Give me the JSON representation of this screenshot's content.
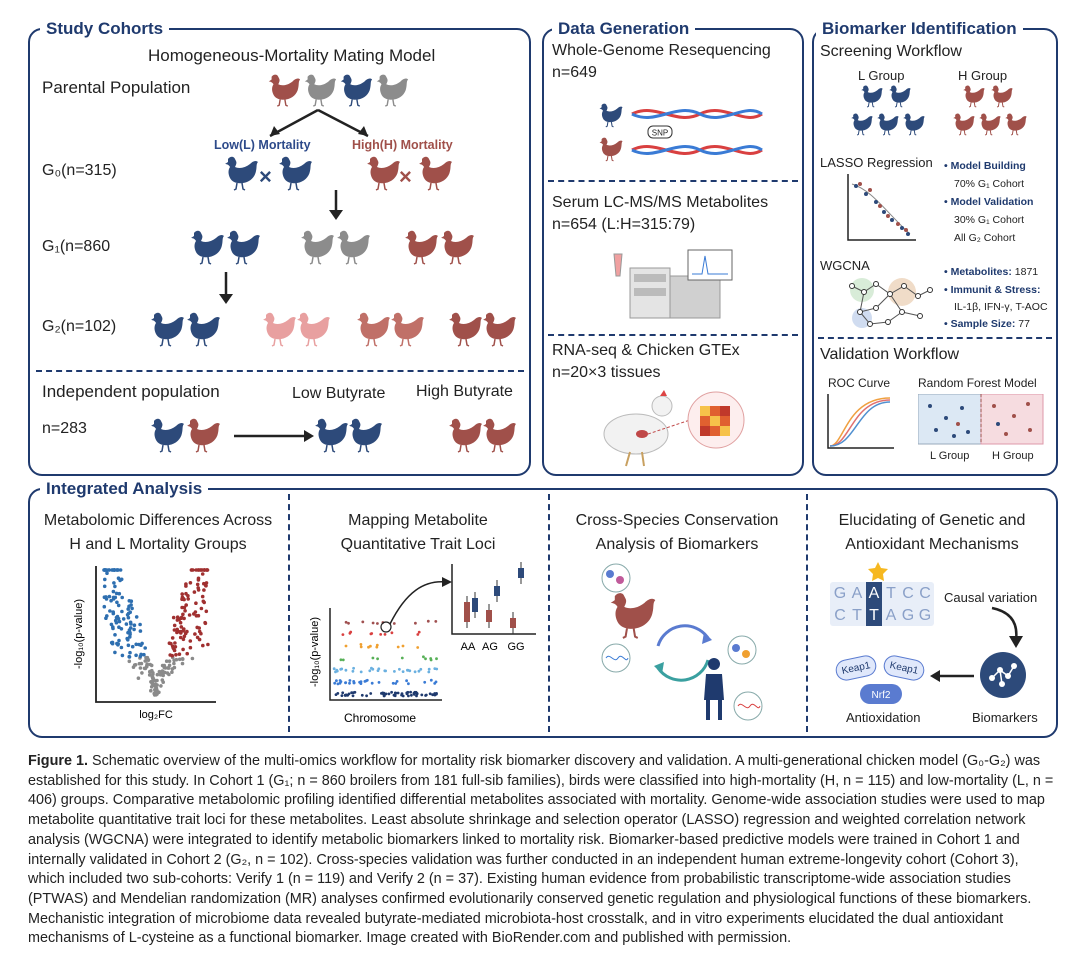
{
  "study_cohorts": {
    "title": "Study Cohorts",
    "model_title": "Homogeneous-Mortality Mating Model",
    "parental": "Parental Population",
    "low_mortality": "Low(L) Mortality",
    "high_mortality": "High(H) Mortality",
    "g0": "G₀(n=315)",
    "g1": "G₁(n=860",
    "g2": "G₂(n=102)",
    "independent": "Independent population",
    "low_butyrate": "Low Butyrate",
    "high_butyrate": "High Butyrate",
    "n283": "n=283",
    "times": "×"
  },
  "data_generation": {
    "title": "Data Generation",
    "wgs": "Whole-Genome Resequencing",
    "wgs_n": "n=649",
    "snp": "SNP",
    "serum": "Serum LC-MS/MS Metabolites",
    "serum_n": "n=654 (L:H=315:79)",
    "rnaseq": "RNA-seq & Chicken GTEx",
    "rnaseq_n": "n=20×3 tissues"
  },
  "biomarker": {
    "title": "Biomarker Identification",
    "screening": "Screening Workflow",
    "l_group": "L Group",
    "h_group": "H Group",
    "lasso": "LASSO Regression",
    "model_building": "Model Building",
    "g1_70": "70% G₁ Cohort",
    "model_validation": "Model Validation",
    "g1_30": "30% G₁ Cohort",
    "all_g2": "All G₂ Cohort",
    "wgcna": "WGCNA",
    "metabolites_label": "Metabolites:",
    "metabolites_val": "1871",
    "immunit_label": "Immunit & Stress:",
    "immunit_val": "IL-1β, IFN-γ, T-AOC",
    "sample_label": "Sample Size:",
    "sample_val": "77",
    "validation": "Validation Workflow",
    "roc": "ROC Curve",
    "rf": "Random Forest Model",
    "rf_l": "L Group",
    "rf_h": "H Group"
  },
  "integrated": {
    "title": "Integrated Analysis",
    "p1_line1": "Metabolomic Differences Across",
    "p1_line2": "H and L Mortality Groups",
    "p1_ylab": "-log₁₀(p-value)",
    "p1_xlab": "log₂FC",
    "p2_line1": "Mapping Metabolite",
    "p2_line2": "Quantitative Trait Loci",
    "p2_ylab": "-log₁₀(p-value)",
    "p2_xlab": "Chromosome",
    "p2_genotypes": [
      "AA",
      "AG",
      "GG"
    ],
    "p3_line1": "Cross-Species Conservation",
    "p3_line2": "Analysis of Biomarkers",
    "p4_line1": "Elucidating of Genetic and",
    "p4_line2": "Antioxidant Mechanisms",
    "dna_top": "GAATCC",
    "dna_bottom": "CTTAGG",
    "causal": "Causal variation",
    "keap1": "Keap1",
    "nrf2": "Nrf2",
    "antioxidation": "Antioxidation",
    "biomarkers": "Biomarkers"
  },
  "caption": {
    "label": "Figure 1.",
    "text": "Schematic overview of the multi-omics workflow for mortality risk biomarker discovery and validation. A multi-generational chicken model (G₀-G₂) was established for this study. In Cohort 1 (G₁; n = 860 broilers from 181 full-sib families), birds were classified into high-mortality (H, n = 115) and low-mortality (L, n = 406) groups. Comparative metabolomic profiling identified differential metabolites associated with mortality. Genome-wide association studies were used to map metabolite quantitative trait loci for these metabolites. Least absolute shrinkage and selection operator (LASSO) regression and weighted correlation network analysis (WGCNA) were integrated to identify metabolic biomarkers linked to mortality risk. Biomarker-based predictive models were trained in Cohort 1 and internally validated in Cohort 2 (G₂, n = 102). Cross-species validation was further conducted in an independent human extreme-longevity cohort (Cohort 3), which included two sub-cohorts: Verify 1 (n = 119) and Verify 2 (n = 37). Existing human evidence from probabilistic transcriptome-wide association studies (PTWAS) and Mendelian randomization (MR) analyses confirmed evolutionarily conserved genetic regulation and physiological functions of these biomarkers. Mechanistic integration of microbiome data revealed butyrate-mediated microbiota-host crosstalk, and in vitro experiments elucidated the dual antioxidant mechanisms of L-cysteine as a functional biomarker. Image created with BioRender.com and published with permission."
  },
  "colors": {
    "navy": "#1f3a6e",
    "chicken_blue": "#2d4a7a",
    "chicken_red": "#a0504a",
    "chicken_gray": "#8c8c8c",
    "chicken_pink": "#e8a0a0",
    "low_text": "#2d4a8a",
    "high_text": "#a0504a"
  }
}
